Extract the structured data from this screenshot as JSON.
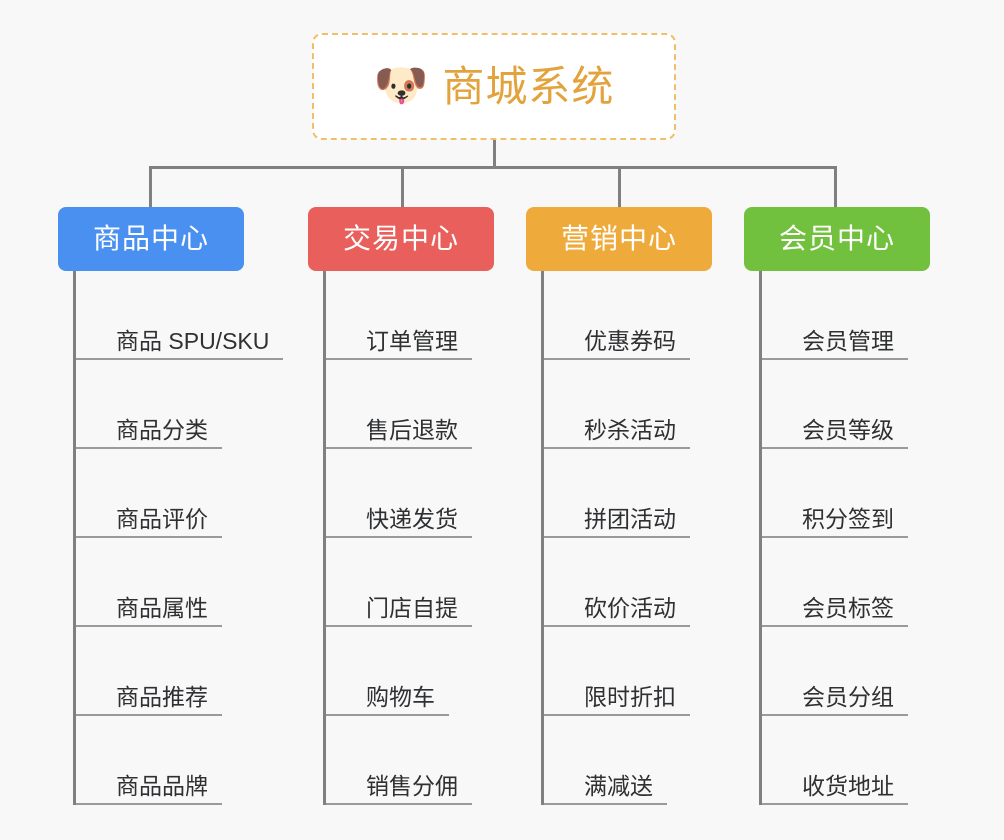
{
  "canvas": {
    "background": "#f8f8f8",
    "connector_color": "#808080",
    "leaf_text_color": "#2f3032",
    "leaf_rule_color": "#9a9a9a"
  },
  "root": {
    "icon": "shiba-dog-face-emoji",
    "icon_glyph": "🐶",
    "title": "商城系统",
    "title_color": "#e2a33c",
    "border_color": "#f0c068",
    "background": "#ffffff"
  },
  "branches": [
    {
      "id": "product-center",
      "label": "商品中心",
      "color": "#4a90f0",
      "color_class": "c-blue",
      "items": [
        "商品 SPU/SKU",
        "商品分类",
        "商品评价",
        "商品属性",
        "商品推荐",
        "商品品牌"
      ]
    },
    {
      "id": "trade-center",
      "label": "交易中心",
      "color": "#e85f5b",
      "color_class": "c-red",
      "items": [
        "订单管理",
        "售后退款",
        "快递发货",
        "门店自提",
        "购物车",
        "销售分佣"
      ]
    },
    {
      "id": "marketing-center",
      "label": "营销中心",
      "color": "#eeab3c",
      "color_class": "c-orange",
      "items": [
        "优惠券码",
        "秒杀活动",
        "拼团活动",
        "砍价活动",
        "限时折扣",
        "满减送"
      ]
    },
    {
      "id": "member-center",
      "label": "会员中心",
      "color": "#72c13e",
      "color_class": "c-green",
      "items": [
        "会员管理",
        "会员等级",
        "积分签到",
        "会员标签",
        "会员分组",
        "收货地址"
      ]
    }
  ]
}
